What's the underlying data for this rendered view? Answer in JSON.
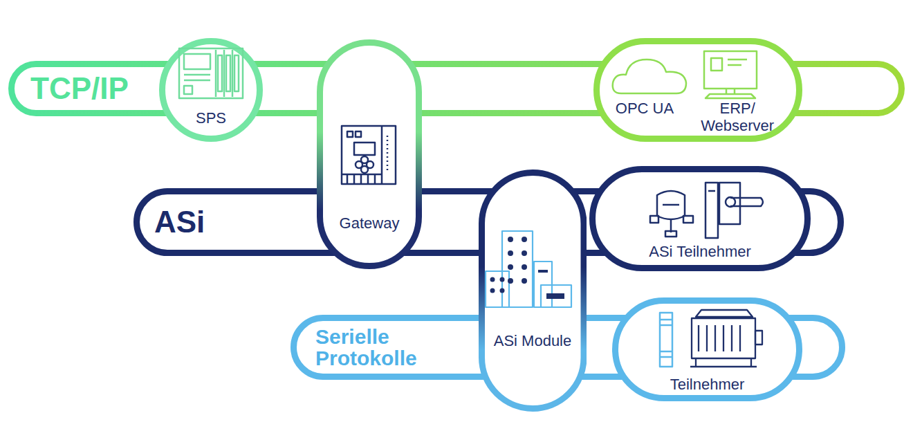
{
  "diagram": {
    "nodes": [
      {
        "text": [
          "TCP/IP"
        ]
      },
      {
        "text": [
          "SPS"
        ]
      },
      {
        "text": [
          "Gateway"
        ]
      },
      {
        "text": [
          "OPC UA",
          "ERP/ Webserver"
        ]
      },
      {
        "text": [
          "ASi"
        ]
      },
      {
        "text": [
          "ASi Module"
        ]
      },
      {
        "text": [
          "ASi Teilnehmer"
        ]
      },
      {
        "text": [
          "Serielle Protokolle"
        ]
      },
      {
        "text": [
          "Teilnehmer"
        ]
      }
    ]
  }
}
